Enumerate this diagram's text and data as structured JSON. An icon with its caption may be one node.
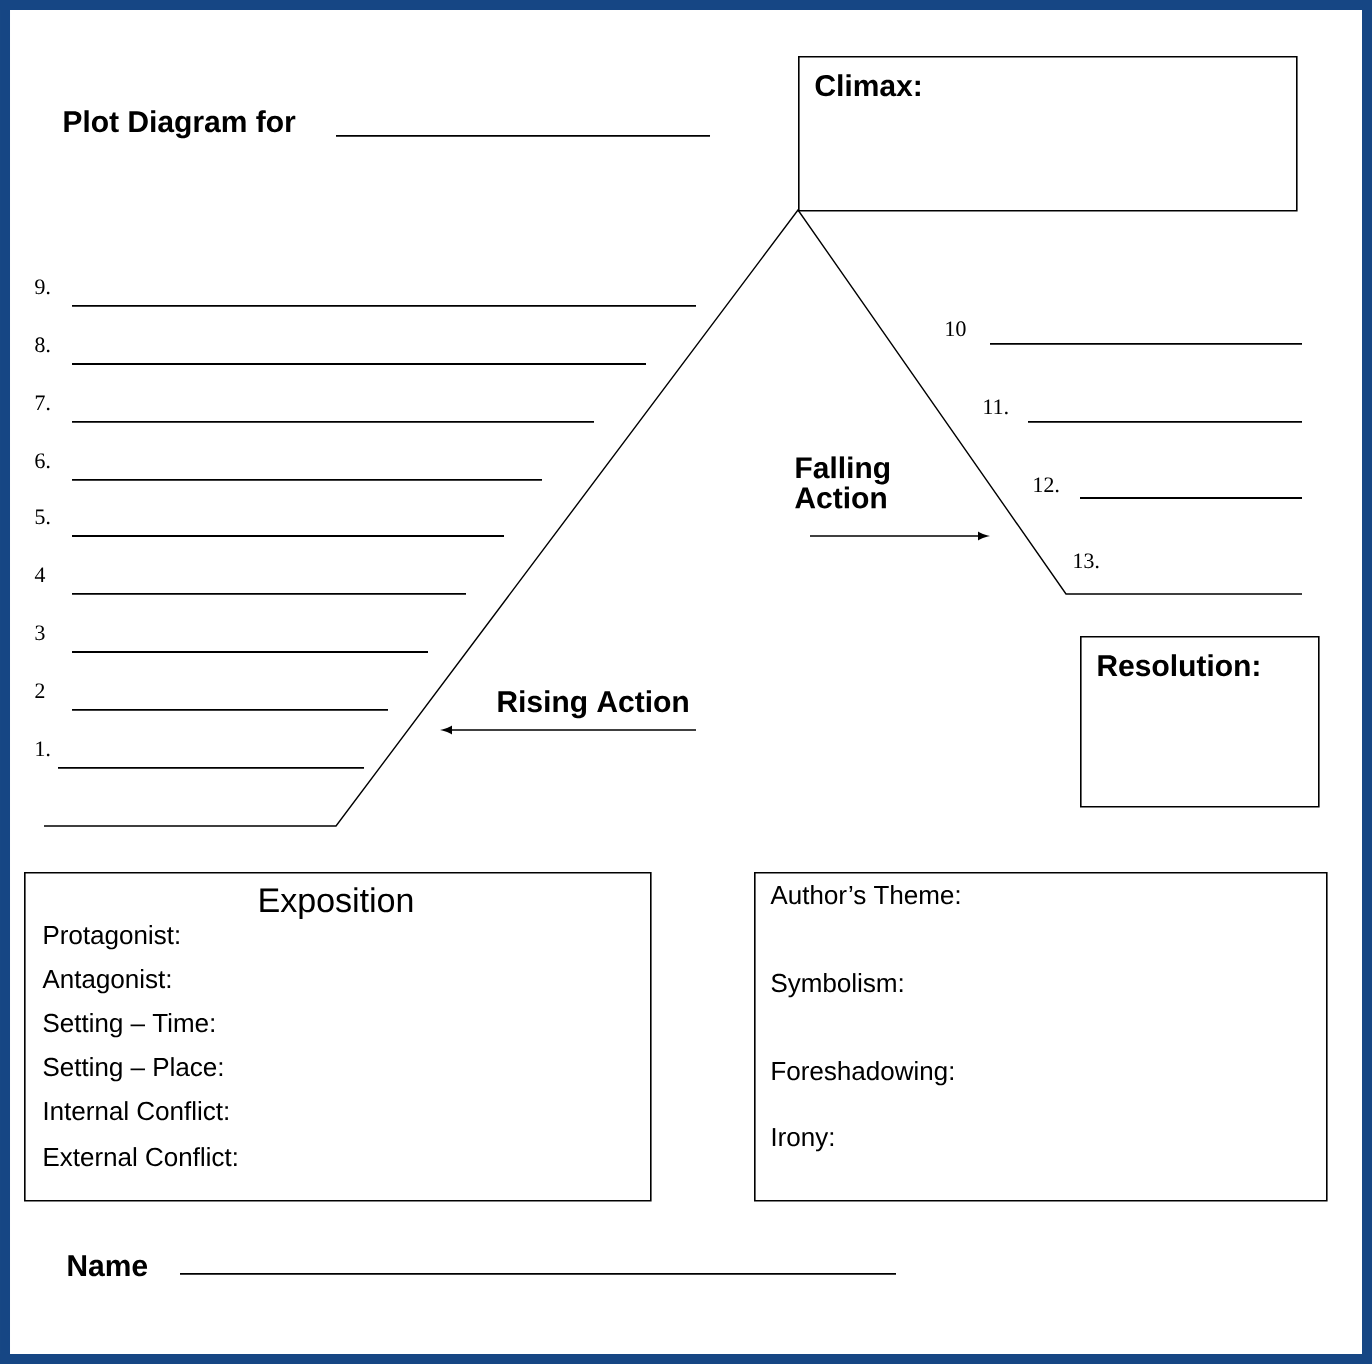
{
  "diagram": {
    "title": "Plot Diagram for",
    "nodes": [
      {
        "text": [
          "Climax:"
        ]
      },
      {
        "text": [
          "Resolution:"
        ]
      },
      {
        "text": [
          "Exposition",
          "Protagonist:",
          "Antagonist:",
          "Setting – Time:",
          "Setting – Place:",
          "Internal Conflict:",
          "External Conflict:"
        ]
      },
      {
        "text": [
          "Author’s Theme:",
          "Symbolism:",
          "Foreshadowing:",
          "Irony:"
        ]
      }
    ],
    "labels": [
      "9.",
      "8.",
      "7.",
      "6.",
      "5.",
      "4",
      "3",
      "2",
      "1.",
      "10",
      "11.",
      "12.",
      "13.",
      "Falling Action",
      "Rising Action",
      "Name"
    ]
  }
}
